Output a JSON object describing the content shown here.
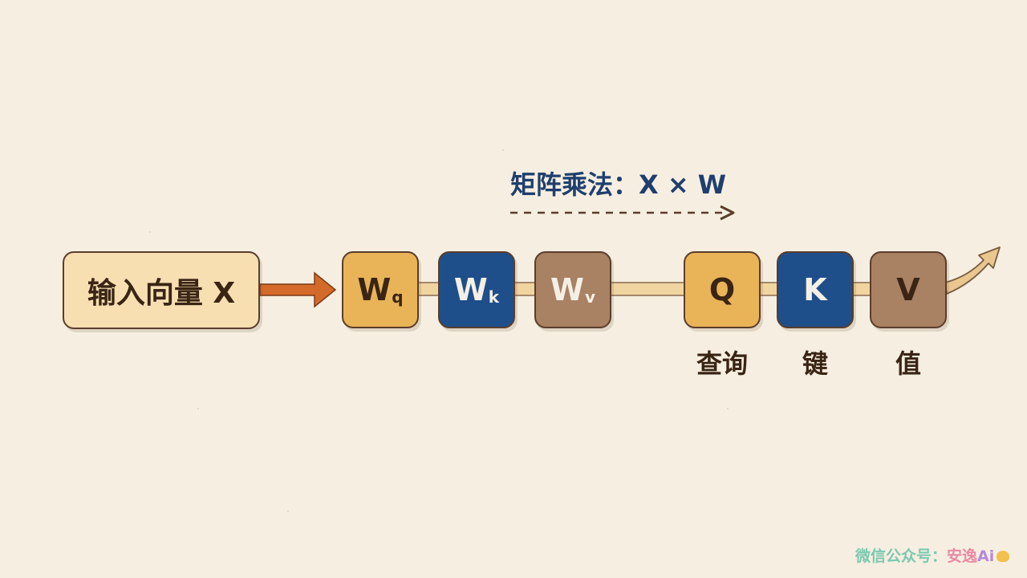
{
  "input": {
    "label": "输入向量 X"
  },
  "matrices": [
    {
      "main": "W",
      "sub": "q"
    },
    {
      "main": "W",
      "sub": "k"
    },
    {
      "main": "W",
      "sub": "v"
    }
  ],
  "outputs": [
    {
      "symbol": "Q",
      "caption": "查询"
    },
    {
      "symbol": "K",
      "caption": "键"
    },
    {
      "symbol": "V",
      "caption": "值"
    }
  ],
  "operation_label": "矩阵乘法：X × W",
  "watermark": {
    "prefix": "微信公众号：",
    "name": "安逸",
    "suffix": "Ai"
  },
  "colors": {
    "query": "#e9b457",
    "key": "#1f4f8a",
    "value": "#a98163",
    "input": "#f7dfb2",
    "arrow": "#d46a2a",
    "outline": "#5a3d2b"
  }
}
